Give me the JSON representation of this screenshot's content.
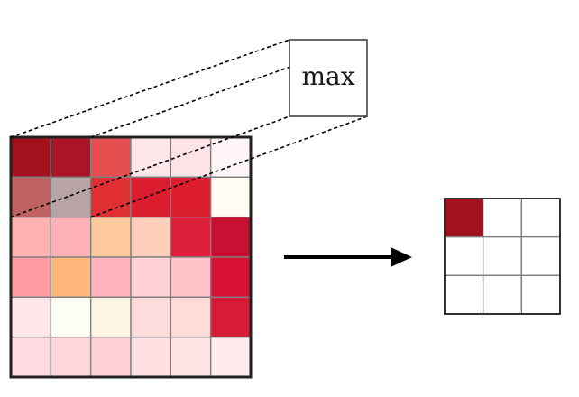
{
  "operation_label": "max",
  "input_grid": {
    "rows": 6,
    "cols": 6,
    "cell_colors": [
      [
        "#a3111f",
        "#ab1428",
        "#e64f4f",
        "#fde6e9",
        "#fde2e6",
        "#fdf5f6"
      ],
      [
        "#bd6161",
        "#b8a3a5",
        "#e02f33",
        "#db1d2e",
        "#dd1e2e",
        "#fffdf2"
      ],
      [
        "#ffb2b0",
        "#ffb2b6",
        "#ffc99c",
        "#ffceba",
        "#de1f3c",
        "#c81032"
      ],
      [
        "#ff9ca3",
        "#ffb87a",
        "#ffb3bc",
        "#ffd0d5",
        "#ffc3c9",
        "#d81236"
      ],
      [
        "#ffe7ea",
        "#fffef4",
        "#fff5e4",
        "#ffdcdc",
        "#ffdcd7",
        "#d81b36"
      ],
      [
        "#ffdbe1",
        "#ffd7da",
        "#ffd1d4",
        "#ffdfe2",
        "#ffe4e6",
        "#ffeaec"
      ]
    ],
    "highlighted_window": {
      "rows": 2,
      "cols": 2
    }
  },
  "output_grid": {
    "rows": 3,
    "cols": 3,
    "cell_colors": [
      [
        "#a3111f",
        "#ffffff",
        "#ffffff"
      ],
      [
        "#ffffff",
        "#ffffff",
        "#ffffff"
      ],
      [
        "#ffffff",
        "#ffffff",
        "#ffffff"
      ]
    ]
  },
  "colors": {
    "grid_line": "#808080",
    "border": "#222222",
    "arrow": "#000000",
    "dash": "#000000"
  }
}
